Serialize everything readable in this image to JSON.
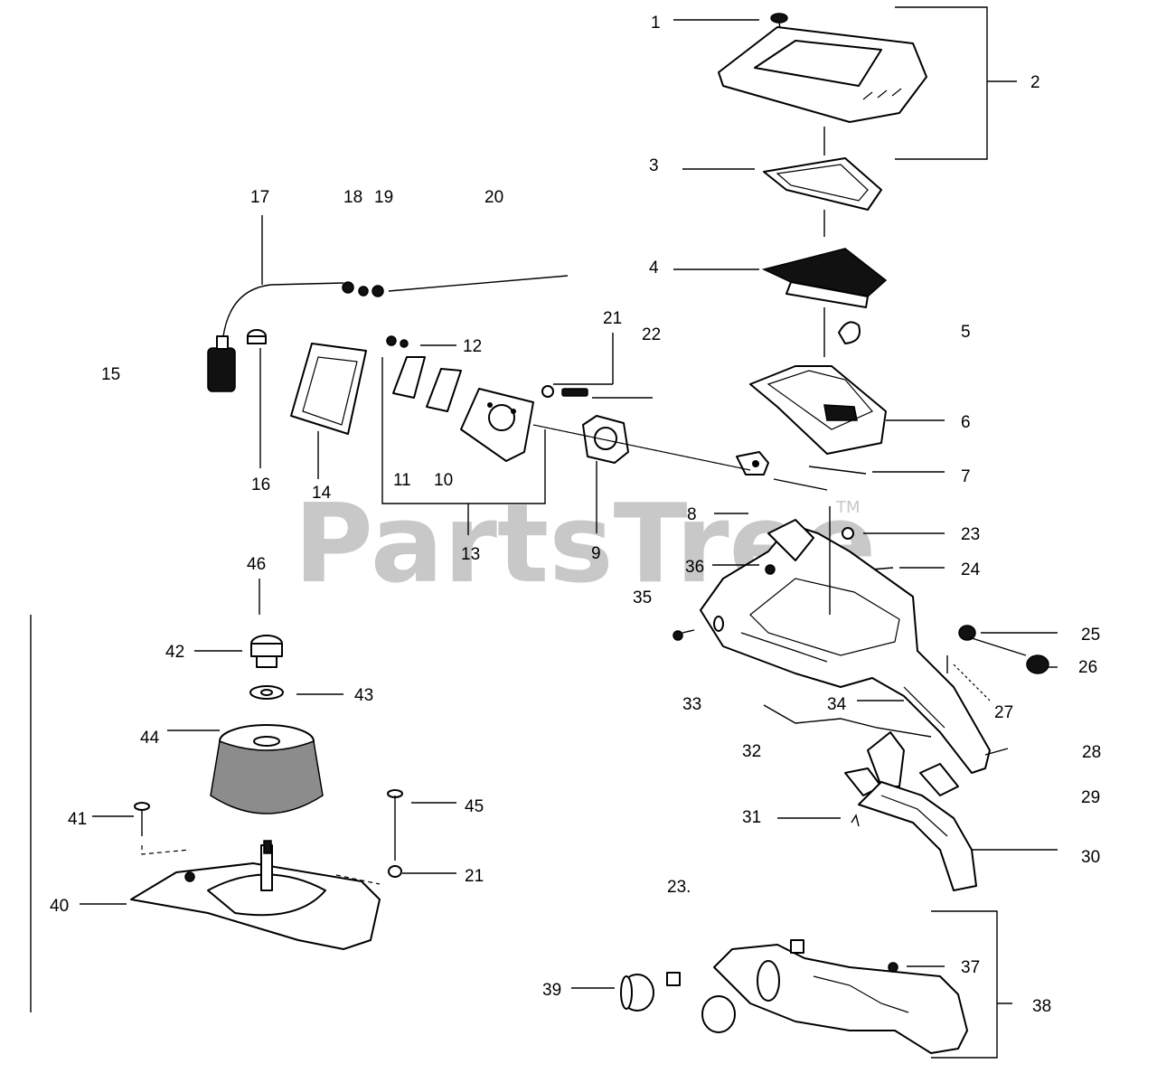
{
  "watermark": {
    "text": "PartsTree",
    "tm": "TM"
  },
  "callouts": [
    {
      "id": "c1",
      "label": "1"
    },
    {
      "id": "c2",
      "label": "2"
    },
    {
      "id": "c3",
      "label": "3"
    },
    {
      "id": "c4",
      "label": "4"
    },
    {
      "id": "c5",
      "label": "5"
    },
    {
      "id": "c6",
      "label": "6"
    },
    {
      "id": "c7",
      "label": "7"
    },
    {
      "id": "c8",
      "label": "8"
    },
    {
      "id": "c9",
      "label": "9"
    },
    {
      "id": "c10",
      "label": "10"
    },
    {
      "id": "c11",
      "label": "11"
    },
    {
      "id": "c12",
      "label": "12"
    },
    {
      "id": "c13",
      "label": "13"
    },
    {
      "id": "c14",
      "label": "14"
    },
    {
      "id": "c15",
      "label": "15"
    },
    {
      "id": "c16",
      "label": "16"
    },
    {
      "id": "c17",
      "label": "17"
    },
    {
      "id": "c18",
      "label": "18"
    },
    {
      "id": "c19",
      "label": "19"
    },
    {
      "id": "c20",
      "label": "20"
    },
    {
      "id": "c21a",
      "label": "21"
    },
    {
      "id": "c22",
      "label": "22"
    },
    {
      "id": "c23a",
      "label": "23"
    },
    {
      "id": "c24",
      "label": "24"
    },
    {
      "id": "c25",
      "label": "25"
    },
    {
      "id": "c26",
      "label": "26"
    },
    {
      "id": "c27",
      "label": "27"
    },
    {
      "id": "c28",
      "label": "28"
    },
    {
      "id": "c29",
      "label": "29"
    },
    {
      "id": "c30",
      "label": "30"
    },
    {
      "id": "c31",
      "label": "31"
    },
    {
      "id": "c32",
      "label": "32"
    },
    {
      "id": "c33",
      "label": "33"
    },
    {
      "id": "c34",
      "label": "34"
    },
    {
      "id": "c35",
      "label": "35"
    },
    {
      "id": "c36",
      "label": "36"
    },
    {
      "id": "c23b",
      "label": "23."
    },
    {
      "id": "c37",
      "label": "37"
    },
    {
      "id": "c38",
      "label": "38"
    },
    {
      "id": "c39",
      "label": "39"
    },
    {
      "id": "c40",
      "label": "40"
    },
    {
      "id": "c41",
      "label": "41"
    },
    {
      "id": "c42",
      "label": "42"
    },
    {
      "id": "c43",
      "label": "43"
    },
    {
      "id": "c44",
      "label": "44"
    },
    {
      "id": "c45",
      "label": "45"
    },
    {
      "id": "c21b",
      "label": "21"
    },
    {
      "id": "c46",
      "label": "46"
    }
  ]
}
